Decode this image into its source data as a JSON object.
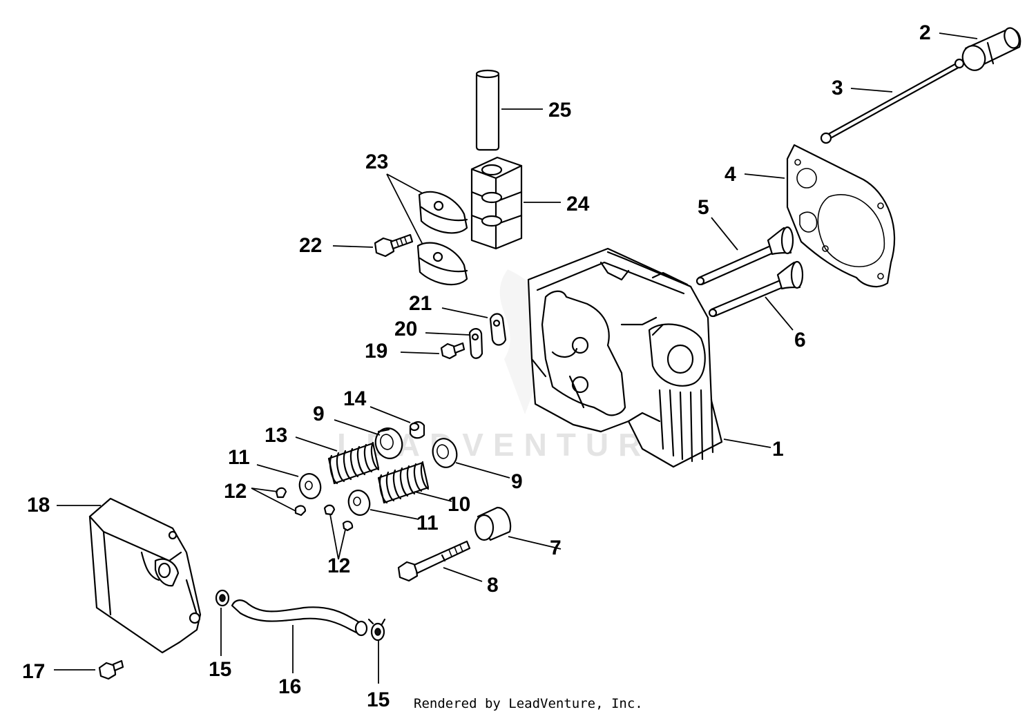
{
  "watermark": "LEADVENTURE",
  "footer": "Rendered by LeadVenture, Inc.",
  "callouts": [
    "1",
    "2",
    "3",
    "4",
    "5",
    "6",
    "7",
    "8",
    "9",
    "9",
    "10",
    "11",
    "11",
    "12",
    "12",
    "13",
    "14",
    "15",
    "15",
    "16",
    "17",
    "18",
    "19",
    "20",
    "21",
    "22",
    "23",
    "24",
    "25"
  ]
}
